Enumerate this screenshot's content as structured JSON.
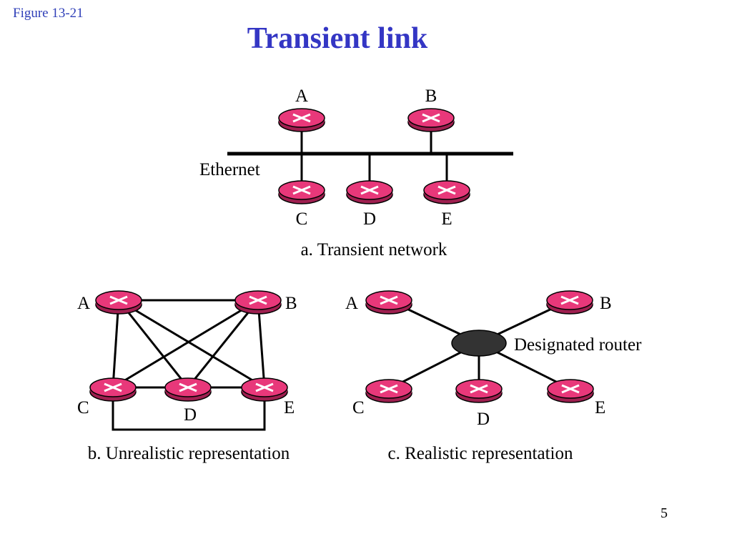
{
  "slide": {
    "figure_label": "Figure  13-21",
    "title": "Transient link",
    "page_number": "5"
  },
  "colors": {
    "router_fill": "#e8387a",
    "router_side": "#9e1f4f",
    "designated_router_fill": "#333333",
    "title_color": "#3436c4"
  },
  "part_a": {
    "caption": "a. Transient network",
    "bus_label": "Ethernet",
    "nodes": {
      "A": "A",
      "B": "B",
      "C": "C",
      "D": "D",
      "E": "E"
    }
  },
  "part_b": {
    "caption": "b. Unrealistic representation",
    "nodes": {
      "A": "A",
      "B": "B",
      "C": "C",
      "D": "D",
      "E": "E"
    }
  },
  "part_c": {
    "caption": "c. Realistic representation",
    "dr_label": "Designated router",
    "nodes": {
      "A": "A",
      "B": "B",
      "C": "C",
      "D": "D",
      "E": "E"
    }
  },
  "icons": {
    "router": "router-icon",
    "designated_router": "designated-router-icon"
  }
}
